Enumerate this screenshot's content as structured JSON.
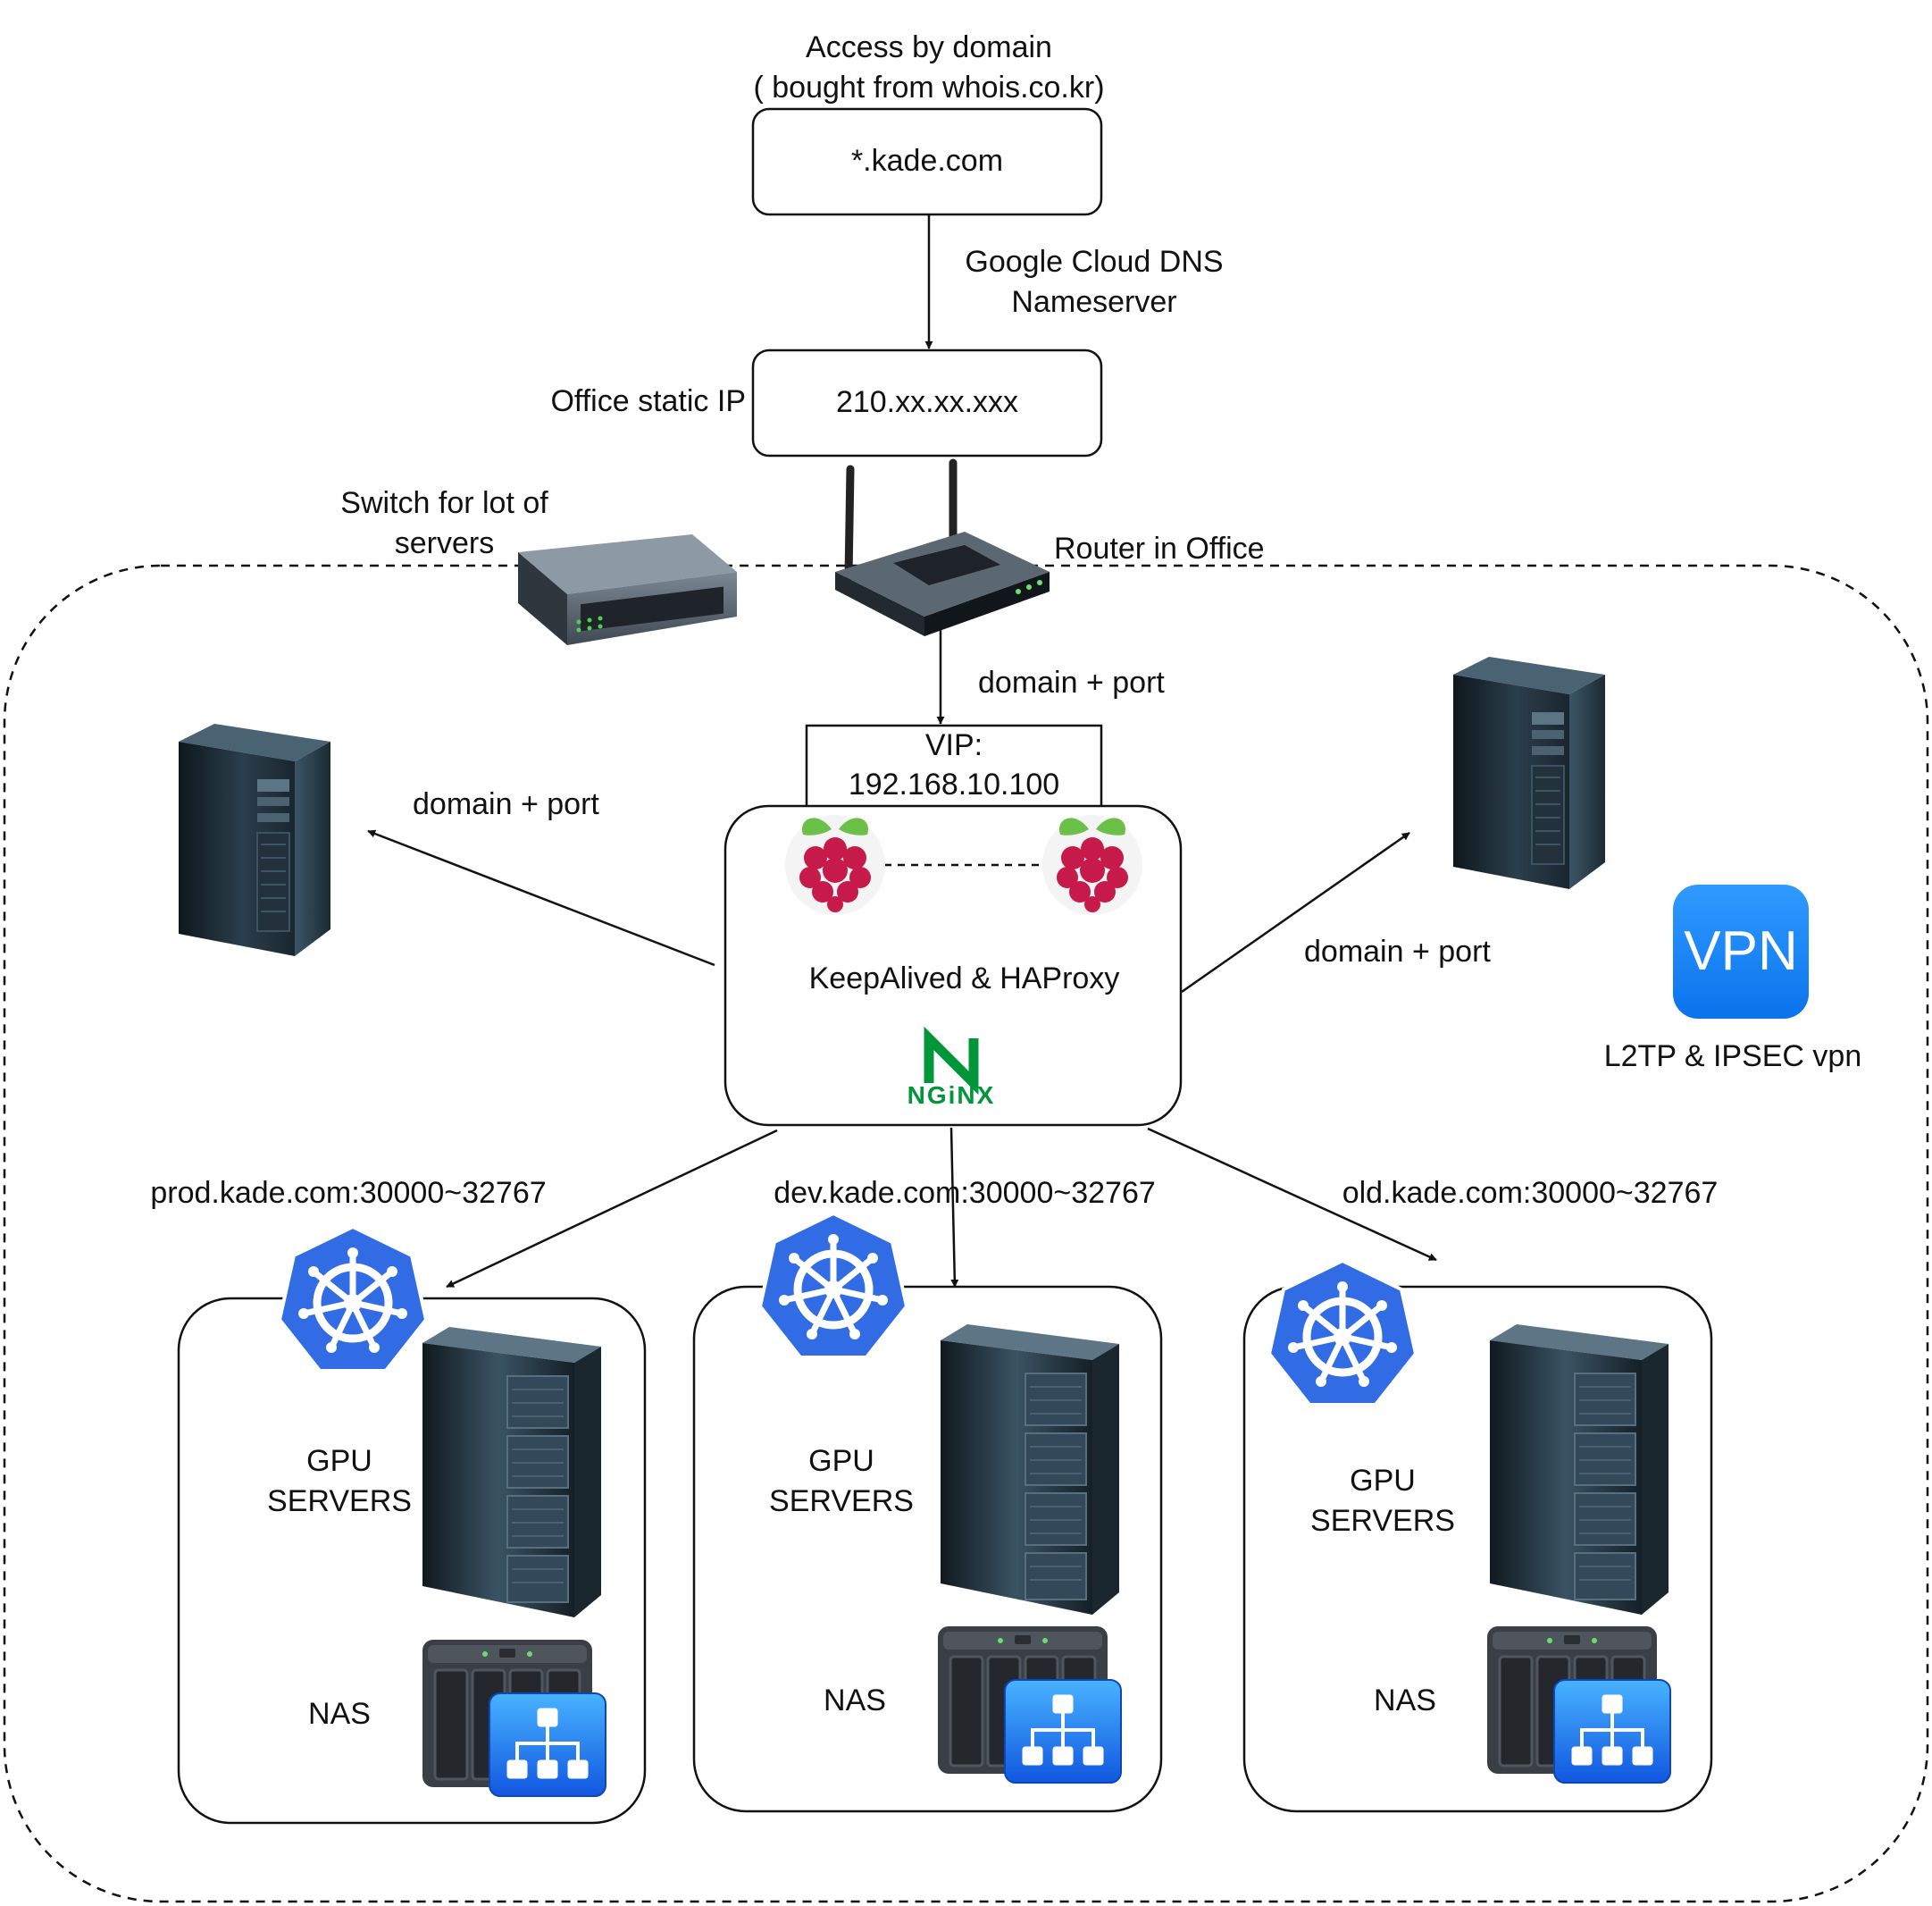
{
  "domain_box": {
    "header_line1": "Access by domain",
    "header_line2": "( bought from whois.co.kr)",
    "label": "*.kade.com"
  },
  "dns": {
    "line1": "Google Cloud DNS",
    "line2": "Nameserver"
  },
  "static_ip": {
    "caption": "Office static IP",
    "label": "210.xx.xx.xxx"
  },
  "switch": {
    "line1": "Switch for lot of",
    "line2": "servers"
  },
  "router": {
    "label": "Router in Office"
  },
  "edge_labels": {
    "router_to_vip": "domain + port",
    "to_left_server": "domain + port",
    "to_right_server": "domain + port"
  },
  "vip": {
    "line1": "VIP:",
    "line2": "192.168.10.100"
  },
  "lb": {
    "label": "KeepAlived & HAProxy",
    "nginx_logo": "NGiNX"
  },
  "vpn": {
    "logo": "VPN",
    "caption": "L2TP & IPSEC vpn"
  },
  "clusters": [
    {
      "route": "prod.kade.com:30000~32767",
      "gpu_line1": "GPU",
      "gpu_line2": "SERVERS",
      "nas": "NAS"
    },
    {
      "route": "dev.kade.com:30000~32767",
      "gpu_line1": "GPU",
      "gpu_line2": "SERVERS",
      "nas": "NAS"
    },
    {
      "route": "old.kade.com:30000~32767",
      "gpu_line1": "GPU",
      "gpu_line2": "SERVERS",
      "nas": "NAS"
    }
  ],
  "colors": {
    "kubernetes": "#326ce5",
    "raspberry": "#c51a4a",
    "nginx": "#009639",
    "vpn": "#1e88f5",
    "nas_app": "#1a73e8",
    "server_dark": "#1d2a33"
  },
  "icons": [
    "router-icon",
    "switch-icon",
    "server-tower-icon",
    "raspberry-pi-icon",
    "nginx-icon",
    "vpn-icon",
    "kubernetes-icon",
    "server-rack-icon",
    "nas-icon",
    "network-topology-icon"
  ]
}
